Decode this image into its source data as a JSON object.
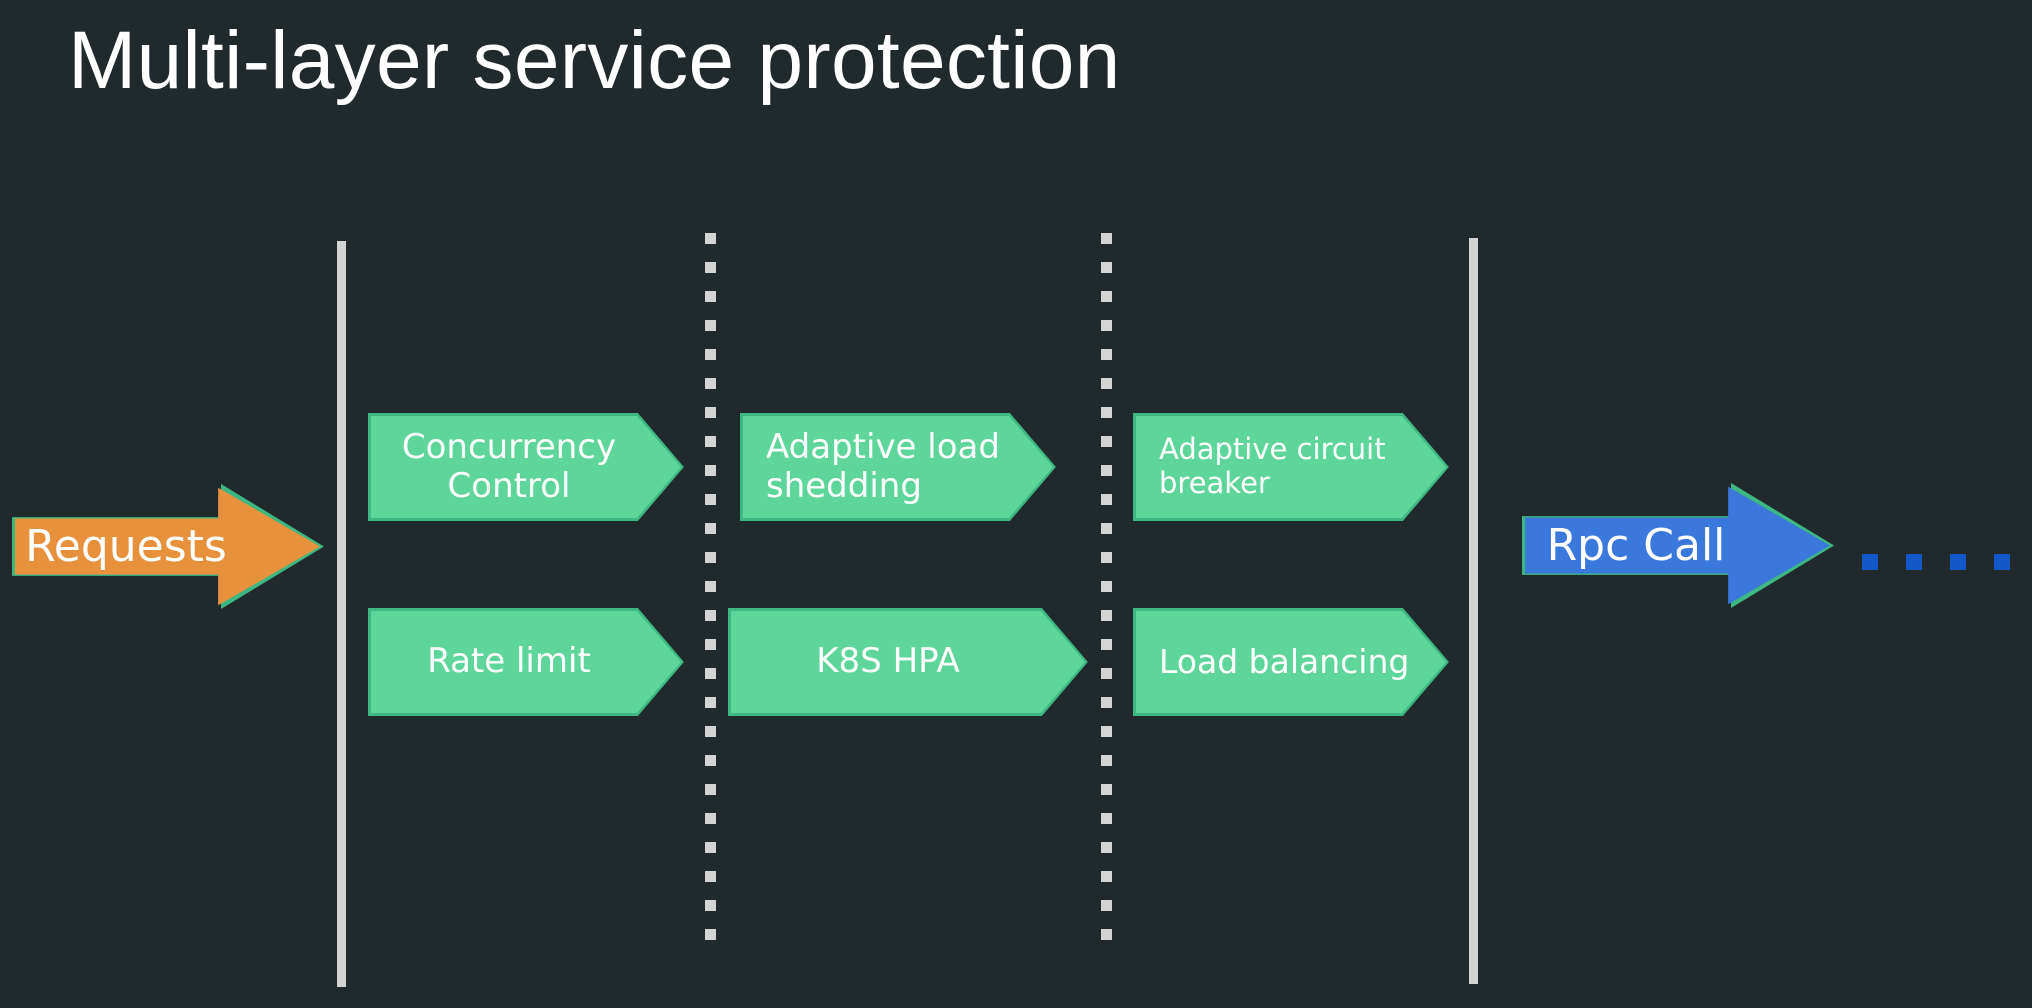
{
  "slide": {
    "title": "Multi-layer service protection",
    "background_color": "#20292b",
    "title_color": "#ffffff"
  },
  "colors": {
    "background": "#20292b",
    "green_fill": "#5ed69b",
    "green_border": "#3db882",
    "orange_fill": "#e8913c",
    "blue_fill": "#3b78dc",
    "blue_dot": "#1457c8",
    "divider": "#d4d4d4",
    "text": "#ffffff"
  },
  "entry": {
    "label": "Requests",
    "shape": "block-arrow-right",
    "fill": "#e8913c"
  },
  "exit": {
    "label": "Rpc Call",
    "shape": "block-arrow-right",
    "fill": "#3b78dc"
  },
  "trailing_dots": {
    "name": "continuation-dots",
    "count": 4,
    "color": "#1457c8"
  },
  "dividers": [
    {
      "name": "boundary-left",
      "style": "solid"
    },
    {
      "name": "stage-divider-1",
      "style": "dotted"
    },
    {
      "name": "stage-divider-2",
      "style": "dotted"
    },
    {
      "name": "boundary-right",
      "style": "solid"
    }
  ],
  "stages": [
    {
      "name": "stage-1",
      "top": {
        "label": "Concurrency\nControl",
        "line1": "Concurrency",
        "line2": "Control",
        "align": "center"
      },
      "bottom": {
        "label": "Rate limit",
        "align": "center"
      }
    },
    {
      "name": "stage-2",
      "top": {
        "label": "Adaptive load\nshedding",
        "line1": "Adaptive load",
        "line2": "shedding",
        "align": "left"
      },
      "bottom": {
        "label": "K8S HPA",
        "align": "center"
      }
    },
    {
      "name": "stage-3",
      "top": {
        "label": "Adaptive circuit\nbreaker",
        "line1": "Adaptive circuit",
        "line2": "breaker",
        "align": "left"
      },
      "bottom": {
        "label": "Load balancing",
        "align": "left"
      }
    }
  ]
}
